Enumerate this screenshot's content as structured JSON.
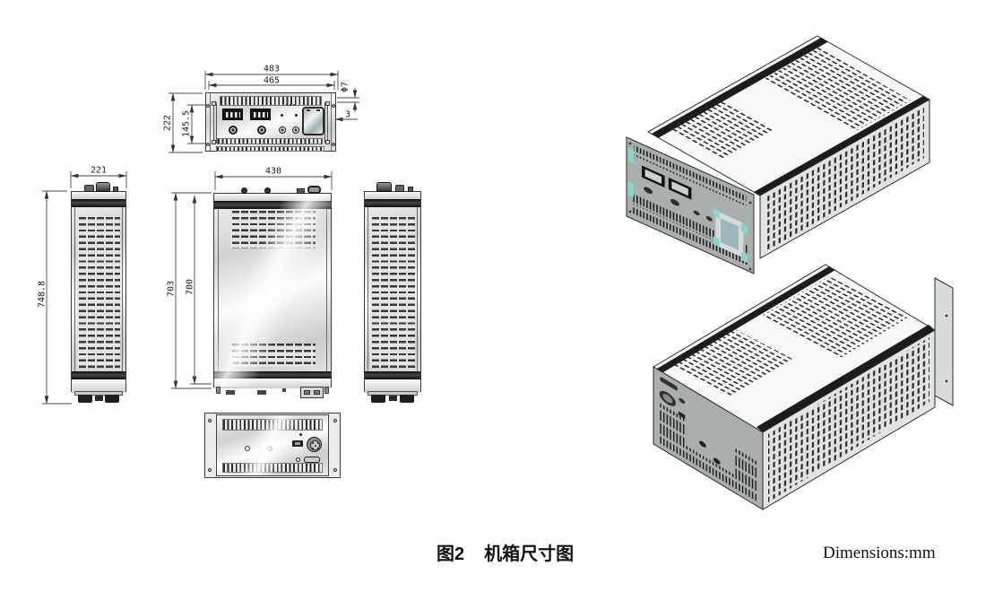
{
  "caption": {
    "figure_label": "图2",
    "title": "机箱尺寸图"
  },
  "units_label": "Dimensions:mm",
  "dimensions": {
    "front_view": {
      "overall_width": "483",
      "panel_width": "465",
      "height": "222",
      "mount_hole_spacing": "145.5",
      "mount_hole_diameter": "Φ7",
      "ear_edge_offset": "3"
    },
    "top_view": {
      "width": "221",
      "depth": "748.8"
    },
    "side_view": {
      "width": "430",
      "depth_outer": "703",
      "depth_inner": "700"
    }
  },
  "colors": {
    "line": "#3a3a3a",
    "vent_dark": "#2f2f2f",
    "chassis_light": "#e8e8e8",
    "panel_gray": "#a7abab",
    "accent_teal": "#8fd3cb"
  }
}
